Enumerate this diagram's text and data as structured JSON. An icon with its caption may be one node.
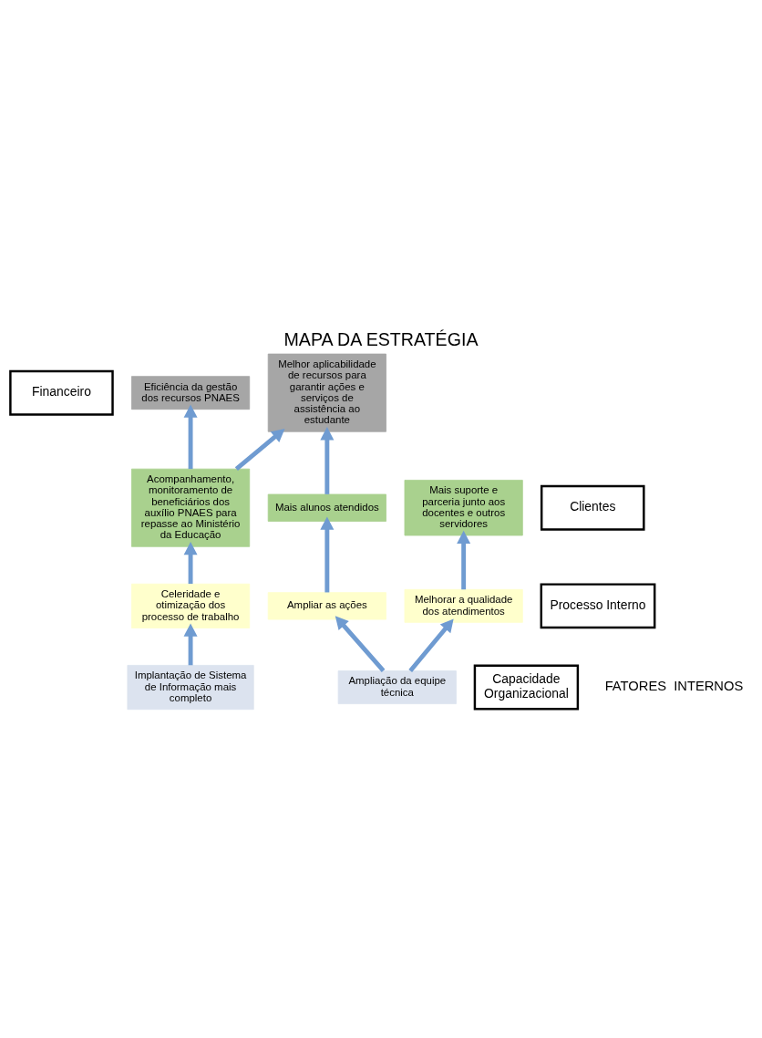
{
  "diagram": {
    "title": "MAPA DA ESTRATÉGIA",
    "nodes": [
      {
        "text": [
          "Financeiro"
        ]
      },
      {
        "text": [
          "Melhor aplicabilidade de recursos para garantir ações e serviços de assistência ao estudante"
        ]
      },
      {
        "text": [
          "Eficiência da gestão dos recursos PNAES"
        ]
      },
      {
        "text": [
          "Clientes"
        ]
      },
      {
        "text": [
          "Acompanhamento, monitoramento de beneficiários dos auxílio PNAES para repasse ao Ministério da Educação"
        ]
      },
      {
        "text": [
          "Mais suporte e parceria junto aos docentes e outros servidores"
        ]
      },
      {
        "text": [
          "Mais alunos atendidos"
        ]
      },
      {
        "text": [
          "Processo Interno"
        ]
      },
      {
        "text": [
          "Celeridade e otimização dos processo de trabalho"
        ]
      },
      {
        "text": [
          "Ampliar as ações"
        ]
      },
      {
        "text": [
          "Melhorar a qualidade dos atendimentos"
        ]
      },
      {
        "text": [
          "Capacidade Organizacional"
        ]
      },
      {
        "text": [
          "Implantação de Sistema de Informação mais completo"
        ]
      },
      {
        "text": [
          "Ampliação da equipe técnica"
        ]
      }
    ],
    "edges": [
      {
        "from": 6,
        "to": 1,
        "arrow": "to"
      },
      {
        "from": 4,
        "to": 1,
        "arrow": "to"
      },
      {
        "from": 4,
        "to": 2,
        "arrow": "to"
      },
      {
        "from": 9,
        "to": 6,
        "arrow": "to"
      },
      {
        "from": 10,
        "to": 5,
        "arrow": "to"
      },
      {
        "from": 8,
        "to": 4,
        "arrow": "to"
      },
      {
        "from": 13,
        "to": 9,
        "arrow": "to"
      },
      {
        "from": 13,
        "to": 10,
        "arrow": "to"
      },
      {
        "from": 12,
        "to": 8,
        "arrow": "to"
      }
    ],
    "labels": [
      "FATORES  INTERNOS"
    ]
  }
}
